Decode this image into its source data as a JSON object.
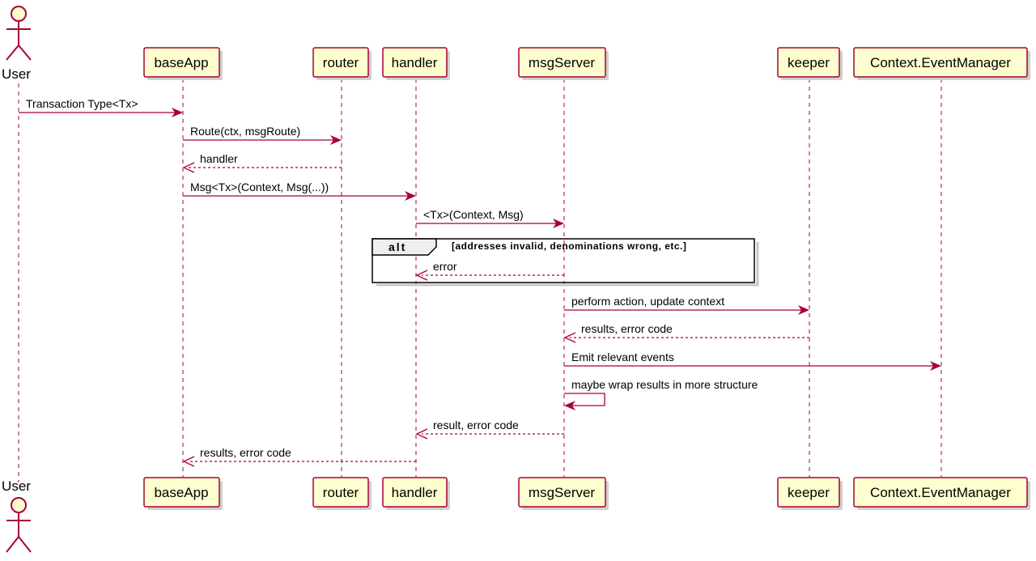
{
  "actor": {
    "name": "User"
  },
  "participants": [
    {
      "id": "baseApp",
      "label": "baseApp"
    },
    {
      "id": "router",
      "label": "router"
    },
    {
      "id": "handler",
      "label": "handler"
    },
    {
      "id": "msgServer",
      "label": "msgServer"
    },
    {
      "id": "keeper",
      "label": "keeper"
    },
    {
      "id": "eventManager",
      "label": "Context.EventManager"
    }
  ],
  "messages": [
    {
      "from": "User",
      "to": "baseApp",
      "label": "Transaction Type<Tx>",
      "style": "solid"
    },
    {
      "from": "baseApp",
      "to": "router",
      "label": "Route(ctx, msgRoute)",
      "style": "solid"
    },
    {
      "from": "router",
      "to": "baseApp",
      "label": "handler",
      "style": "dashed"
    },
    {
      "from": "baseApp",
      "to": "handler",
      "label": "Msg<Tx>(Context, Msg(...))",
      "style": "solid"
    },
    {
      "from": "handler",
      "to": "msgServer",
      "label": "<Tx>(Context, Msg)",
      "style": "solid"
    },
    {
      "from": "msgServer",
      "to": "handler",
      "label": "error",
      "style": "dashed"
    },
    {
      "from": "msgServer",
      "to": "keeper",
      "label": "perform action, update context",
      "style": "solid"
    },
    {
      "from": "keeper",
      "to": "msgServer",
      "label": "results, error code",
      "style": "dashed"
    },
    {
      "from": "msgServer",
      "to": "eventManager",
      "label": "Emit relevant events",
      "style": "solid"
    },
    {
      "from": "msgServer",
      "to": "msgServer",
      "label": "maybe wrap results in more structure",
      "style": "solid"
    },
    {
      "from": "msgServer",
      "to": "handler",
      "label": "result, error code",
      "style": "dashed"
    },
    {
      "from": "handler",
      "to": "baseApp",
      "label": "results, error code",
      "style": "dashed"
    }
  ],
  "alt_frame": {
    "keyword": "alt",
    "condition": "[addresses invalid, denominations wrong, etc.]"
  },
  "colors": {
    "line": "#a80036",
    "box_fill": "#fefece",
    "frame_tab": "#eeeeee"
  }
}
